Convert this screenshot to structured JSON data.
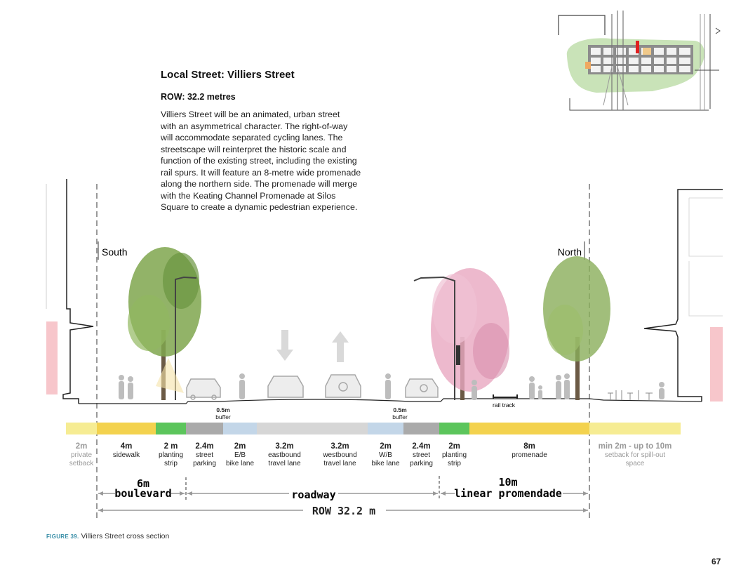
{
  "title": "Local Street: Villiers Street",
  "row_heading": "ROW: 32.2 metres",
  "body_lines": [
    "Villiers Street will be an animated, urban street",
    "with an asymmetrical character. The right-of-way",
    "will accommodate separated cycling lanes. The",
    "streetscape will reinterpret the historic scale and",
    "function of the existing street, including the existing",
    "rail spurs. It will feature an 8-metre wide promenade",
    "along the northern side. The promenade will merge",
    "with the Keating Channel Promenade at Silos",
    "Square to create a dynamic pedestrian experience."
  ],
  "side_labels": {
    "south": "South",
    "north": "North"
  },
  "annotations": {
    "buffer_width": "0.5m",
    "buffer_label": "buffer",
    "rail_track": "rail track"
  },
  "segments": [
    {
      "value": "2m",
      "desc": [
        "private",
        "setback"
      ],
      "color": "#f6ec93",
      "muted": true
    },
    {
      "value": "4m",
      "desc": [
        "sidewalk"
      ],
      "color": "#f3d24e"
    },
    {
      "value": "2 m",
      "desc": [
        "planting",
        "strip"
      ],
      "color": "#5cc55c"
    },
    {
      "value": "2.4m",
      "desc": [
        "street",
        "parking"
      ],
      "color": "#aaaaaa"
    },
    {
      "value": "2m",
      "desc": [
        "E/B",
        "bike lane"
      ],
      "color": "#c3d6e8"
    },
    {
      "value": "3.2m",
      "desc": [
        "eastbound",
        "travel lane"
      ],
      "color": "#d6d6d6"
    },
    {
      "value": "3.2m",
      "desc": [
        "westbound",
        "travel lane"
      ],
      "color": "#d6d6d6"
    },
    {
      "value": "2m",
      "desc": [
        "W/B",
        "bike lane"
      ],
      "color": "#c3d6e8"
    },
    {
      "value": "2.4m",
      "desc": [
        "street",
        "parking"
      ],
      "color": "#aaaaaa"
    },
    {
      "value": "2m",
      "desc": [
        "planting",
        "strip"
      ],
      "color": "#5cc55c"
    },
    {
      "value": "8m",
      "desc": [
        "promenade"
      ],
      "color": "#f3d24e"
    },
    {
      "value": "min 2m - up to 10m",
      "desc": [
        "setback for spill-out",
        "space"
      ],
      "color": "#f6ec93",
      "muted": true
    }
  ],
  "groups": [
    {
      "value": "6m",
      "label": "boulevard"
    },
    {
      "value": "",
      "label": "roadway"
    },
    {
      "value": "10m",
      "label": "linear promendade"
    }
  ],
  "row_total": "ROW 32.2 m",
  "figure_caption": {
    "number": "FIGURE 39.",
    "text": "Villiers Street cross section"
  },
  "page_number": "67",
  "colors": {
    "yellow": "#f3d24e",
    "pale_yellow": "#f6ec93",
    "green": "#5cc55c",
    "parking_grey": "#aaaaaa",
    "bike_blue": "#c3d6e8",
    "lane_grey": "#d6d6d6",
    "building_pink": "#f7c6cb",
    "tree_green": "#7fa64e",
    "blossom_pink": "#e8a8c0"
  }
}
